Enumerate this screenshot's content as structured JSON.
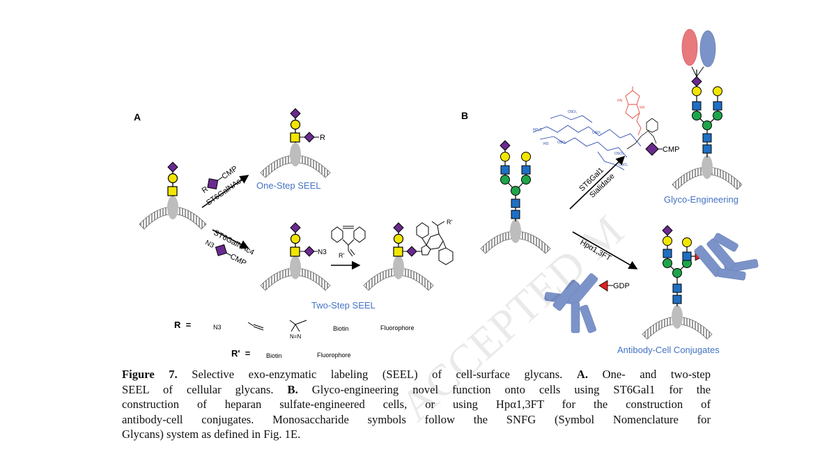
{
  "panels": {
    "a_label": "A",
    "b_label": "B"
  },
  "panel_a": {
    "reagent_r": "R",
    "cmp_1": "CMP",
    "enzyme_1": "ST6GalNAc4",
    "one_step_label": "One-Step SEEL",
    "r_group": "R",
    "enzyme_2": "ST6GalNAc4",
    "reagent_n3": "N3",
    "cmp_2": "CMP",
    "n3_group": "N3",
    "dbco_r_prime": "R'",
    "product_r_prime": "R'",
    "two_step_label": "Two-Step SEEL",
    "r_def": "R  =",
    "r_opt_n3": "N3",
    "r_opt_diazirine": "N=N",
    "r_opt_biotin": "Biotin",
    "r_opt_fluorophore": "Fluorophore",
    "r_prime_def": "R'  =",
    "r_prime_opt_biotin": "Biotin",
    "r_prime_opt_fluorophore": "Fluorophore"
  },
  "panel_b": {
    "donor_cmp": "CMP",
    "enzyme_st6gal1": "ST6Gal1",
    "enzyme_sialidase": "Sialidase",
    "glyco_label": "Glyco-Engineering",
    "enzyme_fut": "Hpα1,3FT",
    "gdp_label": "GDP",
    "antibody_label": "Antibody-Cell Conjugates"
  },
  "caption": {
    "lines": [
      {
        "bold": "Figure 7.",
        "text": " Selective exo-enzymatic labeling (SEEL) of cell-surface glycans. ",
        "bold2": "A.",
        "text2": " One- and two-step"
      },
      {
        "bold": "",
        "text": "SEEL of cellular glycans. ",
        "bold2": "B.",
        "text2": " Glyco-engineering novel function onto cells using ST6Gal1 for the"
      },
      {
        "bold": "",
        "text": "construction of heparan sulfate-engineered cells, or using Hpα1,3FT for the construction of",
        "bold2": "",
        "text2": ""
      },
      {
        "bold": "",
        "text": "antibody-cell conjugates. Monosaccharide symbols follow the SNFG (Symbol Nomenclature for",
        "bold2": "",
        "text2": ""
      },
      {
        "bold": "",
        "text": "Glycans) system as defined in Fig. 1E.",
        "bold2": "",
        "text2": ""
      }
    ]
  },
  "watermark": "ACCEPTED M",
  "colors": {
    "blue_label": "#4472c4",
    "neu5ac": "#6a2a8f",
    "gal": "#f2e600",
    "galnac": "#f2e600",
    "glcnac": "#1f6fc4",
    "man": "#1fa44a",
    "fuc": "#e51e1e",
    "membrane": "#8a8a8a",
    "antibody_blue": "#7b93c8",
    "antibody_red": "#e8797d",
    "heparan_red": "#e04b3a"
  }
}
